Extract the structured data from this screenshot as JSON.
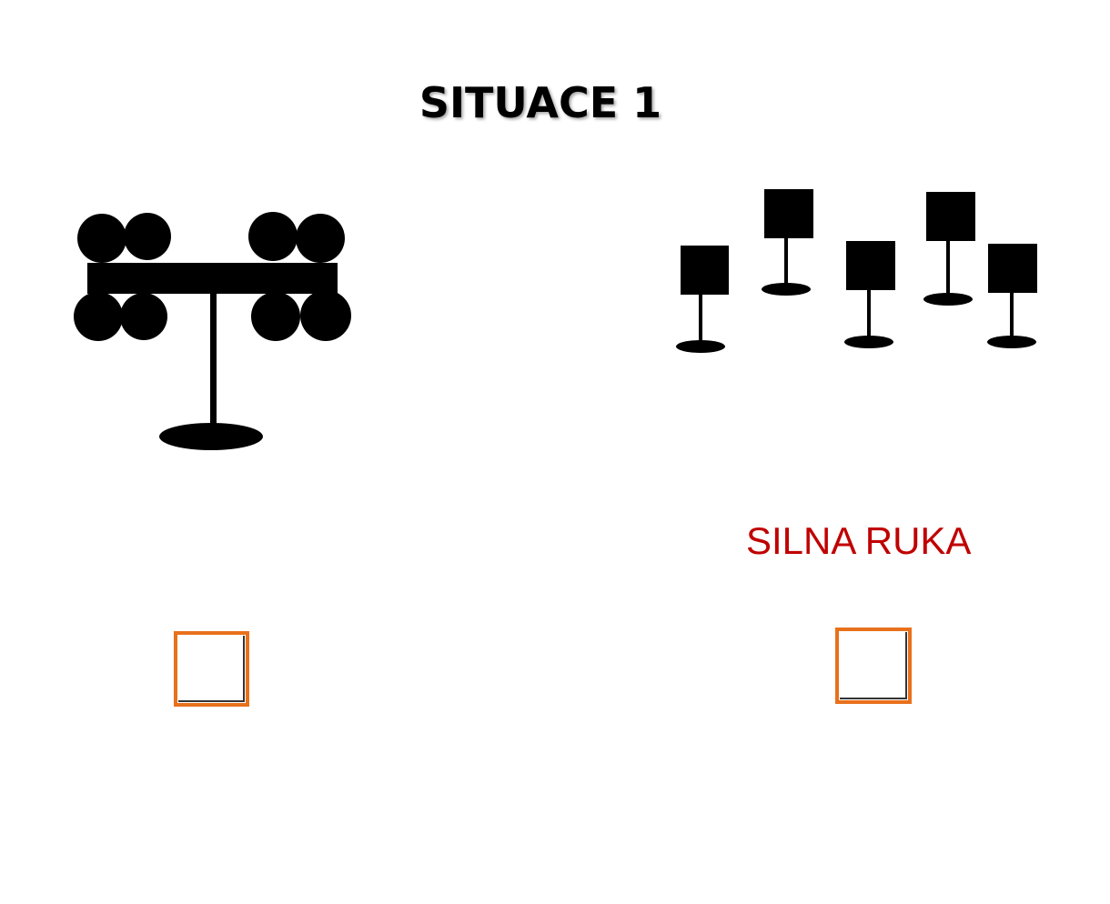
{
  "title": "SITUACE 1",
  "answer_label": "SILNA RUKA",
  "colors": {
    "target": "#000000",
    "label": "#c00000",
    "checkbox_border": "#e8711c"
  },
  "figures": {
    "left": "popper-with-eight-round-plates",
    "right": "five-square-targets-on-stands"
  },
  "checkboxes": {
    "left_checked": false,
    "right_checked": false
  }
}
